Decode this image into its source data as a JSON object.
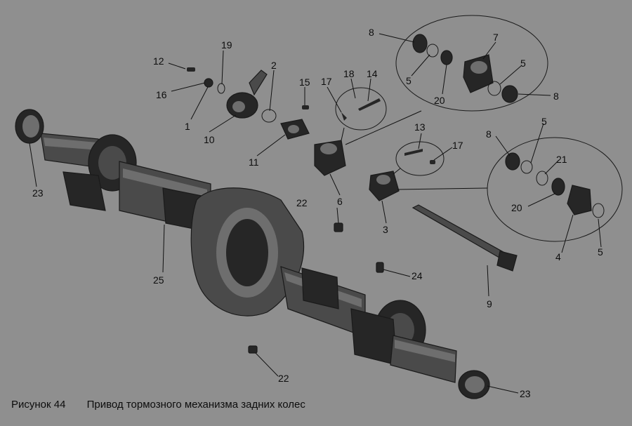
{
  "caption": {
    "figure": "Рисунок 44",
    "title": "Привод тормозного механизма задних колес"
  },
  "callouts": {
    "c1": "1",
    "c2": "2",
    "c3": "3",
    "c4": "4",
    "c5a": "5",
    "c5b": "5",
    "c5c": "5",
    "c5d": "5",
    "c6": "6",
    "c7": "7",
    "c8a": "8",
    "c8b": "8",
    "c8c": "8",
    "c9": "9",
    "c10": "10",
    "c11": "11",
    "c12": "12",
    "c13": "13",
    "c14": "14",
    "c15": "15",
    "c16": "16",
    "c17a": "17",
    "c17b": "17",
    "c18": "18",
    "c19": "19",
    "c20a": "20",
    "c20b": "20",
    "c21": "21",
    "c22a": "22",
    "c22b": "22",
    "c23a": "23",
    "c23b": "23",
    "c24": "24",
    "c25": "25"
  }
}
